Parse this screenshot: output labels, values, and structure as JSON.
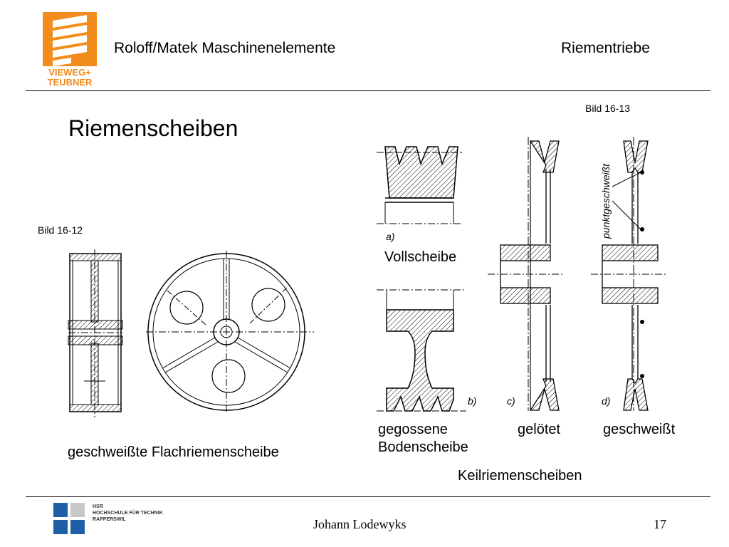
{
  "header": {
    "book_title": "Roloff/Matek Maschinenelemente",
    "chapter": "Riementriebe",
    "publisher_logo": {
      "line1": "VIEWEG+",
      "line2": "TEUBNER",
      "color": "#f28c1c"
    }
  },
  "slide": {
    "title": "Riemenscheiben"
  },
  "figure_left": {
    "caption": "Bild 16-12",
    "label": "geschweißte Flachriemenscheibe"
  },
  "figure_right": {
    "caption": "Bild 16-13",
    "sub_a": "a)",
    "sub_b": "b)",
    "sub_c": "c)",
    "sub_d": "d)",
    "annotation_d": "punktgeschweißt",
    "label_a": "Vollscheibe",
    "label_b_line1": "gegossene",
    "label_b_line2": "Bodenscheibe",
    "label_c": "gelötet",
    "label_d": "geschweißt",
    "group_label": "Keilriemenscheiben"
  },
  "footer": {
    "institution": [
      "HSR",
      "HOCHSCHULE FÜR TECHNIK",
      "RAPPERSWIL"
    ],
    "author": "Johann Lodewyks",
    "page_number": "17",
    "logo_color": "#1f5fa8"
  }
}
